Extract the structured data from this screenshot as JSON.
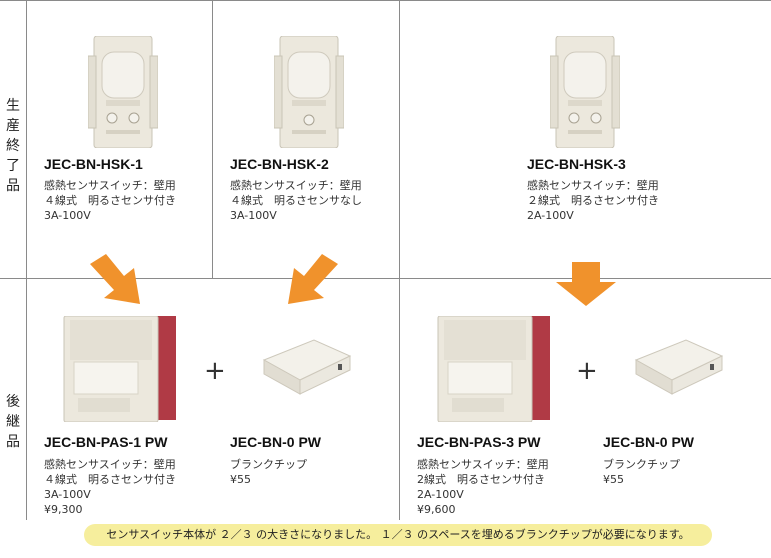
{
  "rows": {
    "discontinued_label": "生産終了品",
    "successor_label": "後継品"
  },
  "discontinued": [
    {
      "model": "JEC-BN-HSK-1",
      "lines": [
        "感熱センサスイッチ：壁用",
        "４線式　明るさセンサ付き",
        "3A-100V"
      ]
    },
    {
      "model": "JEC-BN-HSK-2",
      "lines": [
        "感熱センサスイッチ：壁用",
        "４線式　明るさセンサなし",
        "3A-100V"
      ]
    },
    {
      "model": "JEC-BN-HSK-3",
      "lines": [
        "感熱センサスイッチ：壁用",
        "２線式　明るさセンサ付き",
        "2A-100V"
      ]
    }
  ],
  "successors": [
    {
      "model": "JEC-BN-PAS-1 PW",
      "lines": [
        "感熱センサスイッチ：壁用",
        "４線式　明るさセンサ付き",
        "3A-100V",
        "¥9,300"
      ]
    },
    {
      "model": "JEC-BN-0 PW",
      "lines": [
        "ブランクチップ",
        "¥55"
      ]
    },
    {
      "model": "JEC-BN-PAS-3 PW",
      "lines": [
        "感熱センサスイッチ：壁用",
        "2線式　明るさセンサ付き",
        "2A-100V",
        "¥9,600"
      ]
    },
    {
      "model": "JEC-BN-0 PW",
      "lines": [
        "ブランクチップ",
        "¥55"
      ]
    }
  ],
  "plus_symbol": "+",
  "note": "センサスイッチ本体が ２／３ の大きさになりました。 １／３ のスペースを埋めるブランクチップが必要になります。",
  "colors": {
    "arrow": "#f0922c",
    "note_bg": "#f6ee9d",
    "accent_red": "#b03a45",
    "device_body": "#ece8dd"
  }
}
